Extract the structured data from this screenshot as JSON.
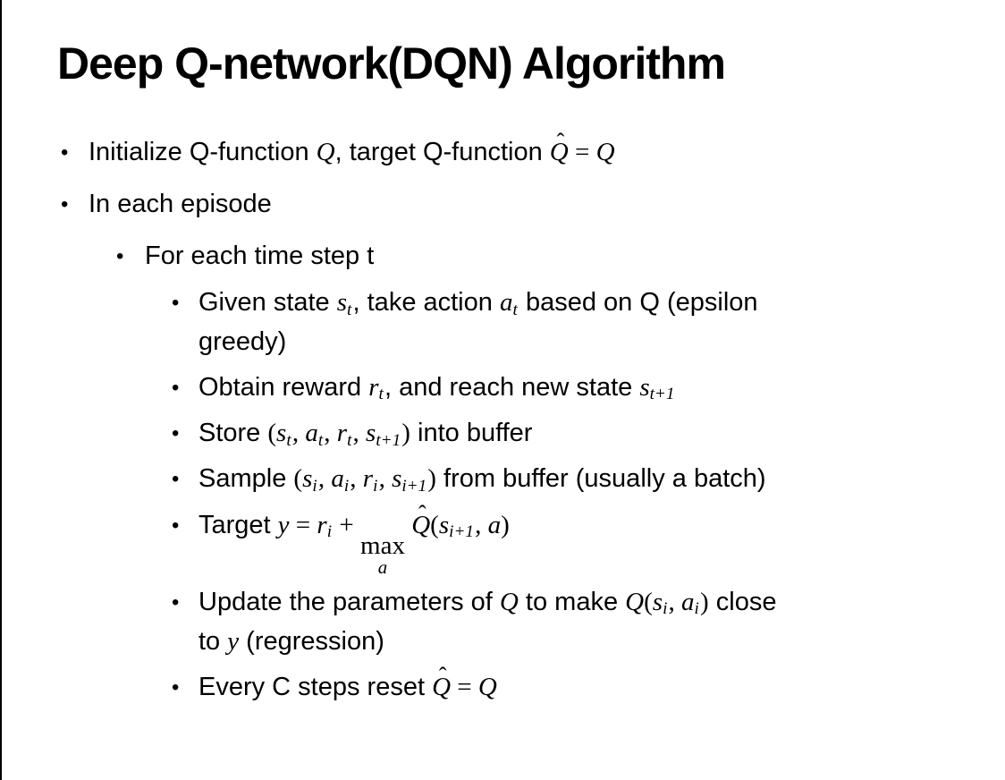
{
  "slide": {
    "title": "Deep Q-network(DQN) Algorithm",
    "bullet_glyph": "•",
    "hat_glyph": "ˆ",
    "colors": {
      "background": "#ffffff",
      "text": "#000000",
      "border_left": "#000000"
    },
    "bullets": [
      {
        "level": 1,
        "segments": [
          {
            "text": "Initialize Q-function "
          },
          {
            "math": "Q"
          },
          {
            "text": ", target Q-function "
          },
          {
            "hat": "Q"
          },
          {
            "mtext": " = "
          },
          {
            "math": "Q"
          }
        ]
      },
      {
        "level": 1,
        "segments": [
          {
            "text": "In each episode"
          }
        ]
      },
      {
        "level": 2,
        "segments": [
          {
            "text": "For each time step t"
          }
        ]
      },
      {
        "level": 3,
        "segments": [
          {
            "text": "Given state "
          },
          {
            "math": "s",
            "sub": "t"
          },
          {
            "text": ", take action "
          },
          {
            "math": "a",
            "sub": "t"
          },
          {
            "text": " based on Q (epsilon"
          },
          {
            "br": true
          },
          {
            "text": "greedy)"
          }
        ]
      },
      {
        "level": 3,
        "segments": [
          {
            "text": "Obtain reward "
          },
          {
            "math": "r",
            "sub": "t"
          },
          {
            "text": ", and reach new state "
          },
          {
            "math": "s",
            "sub": "t+1"
          }
        ]
      },
      {
        "level": 3,
        "segments": [
          {
            "text": "Store "
          },
          {
            "mtext": "("
          },
          {
            "math": "s",
            "sub": "t"
          },
          {
            "mtext": ", "
          },
          {
            "math": "a",
            "sub": "t"
          },
          {
            "mtext": ", "
          },
          {
            "math": "r",
            "sub": "t"
          },
          {
            "mtext": ", "
          },
          {
            "math": "s",
            "sub": "t+1"
          },
          {
            "mtext": ")"
          },
          {
            "text": " into buffer"
          }
        ]
      },
      {
        "level": 3,
        "segments": [
          {
            "text": "Sample "
          },
          {
            "mtext": "("
          },
          {
            "math": "s",
            "sub": "i"
          },
          {
            "mtext": ", "
          },
          {
            "math": "a",
            "sub": "i"
          },
          {
            "mtext": ", "
          },
          {
            "math": "r",
            "sub": "i"
          },
          {
            "mtext": ", "
          },
          {
            "math": "s",
            "sub": "i+1"
          },
          {
            "mtext": ")"
          },
          {
            "text": " from buffer (usually a batch)"
          }
        ]
      },
      {
        "level": 3,
        "segments": [
          {
            "text": "Target "
          },
          {
            "math": "y"
          },
          {
            "mtext": " = "
          },
          {
            "math": "r",
            "sub": "i"
          },
          {
            "mtext": " + "
          },
          {
            "max": {
              "op": "max",
              "under": "a"
            }
          },
          {
            "mtext": " "
          },
          {
            "hat": "Q"
          },
          {
            "mtext": "("
          },
          {
            "math": "s",
            "sub": "i+1"
          },
          {
            "mtext": ", "
          },
          {
            "math": "a"
          },
          {
            "mtext": ")"
          }
        ]
      },
      {
        "level": 3,
        "segments": [
          {
            "text": "Update the parameters of "
          },
          {
            "math": "Q"
          },
          {
            "text": " to make "
          },
          {
            "math": "Q"
          },
          {
            "mtext": "("
          },
          {
            "math": "s",
            "sub": "i"
          },
          {
            "mtext": ", "
          },
          {
            "math": "a",
            "sub": "i"
          },
          {
            "mtext": ")"
          },
          {
            "text": " close"
          },
          {
            "br": true
          },
          {
            "text": "to "
          },
          {
            "math": "y"
          },
          {
            "text": " (regression)"
          }
        ]
      },
      {
        "level": 3,
        "segments": [
          {
            "text": "Every C steps reset "
          },
          {
            "hat": "Q"
          },
          {
            "mtext": " = "
          },
          {
            "math": "Q"
          }
        ]
      }
    ]
  }
}
